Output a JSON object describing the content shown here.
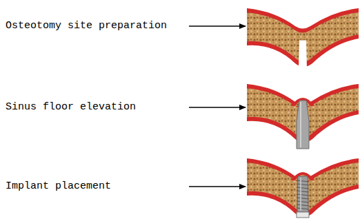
{
  "diagram": {
    "labels": [
      "Osteotomy site preparation",
      "Sinus floor elevation",
      "Implant placement"
    ]
  }
}
